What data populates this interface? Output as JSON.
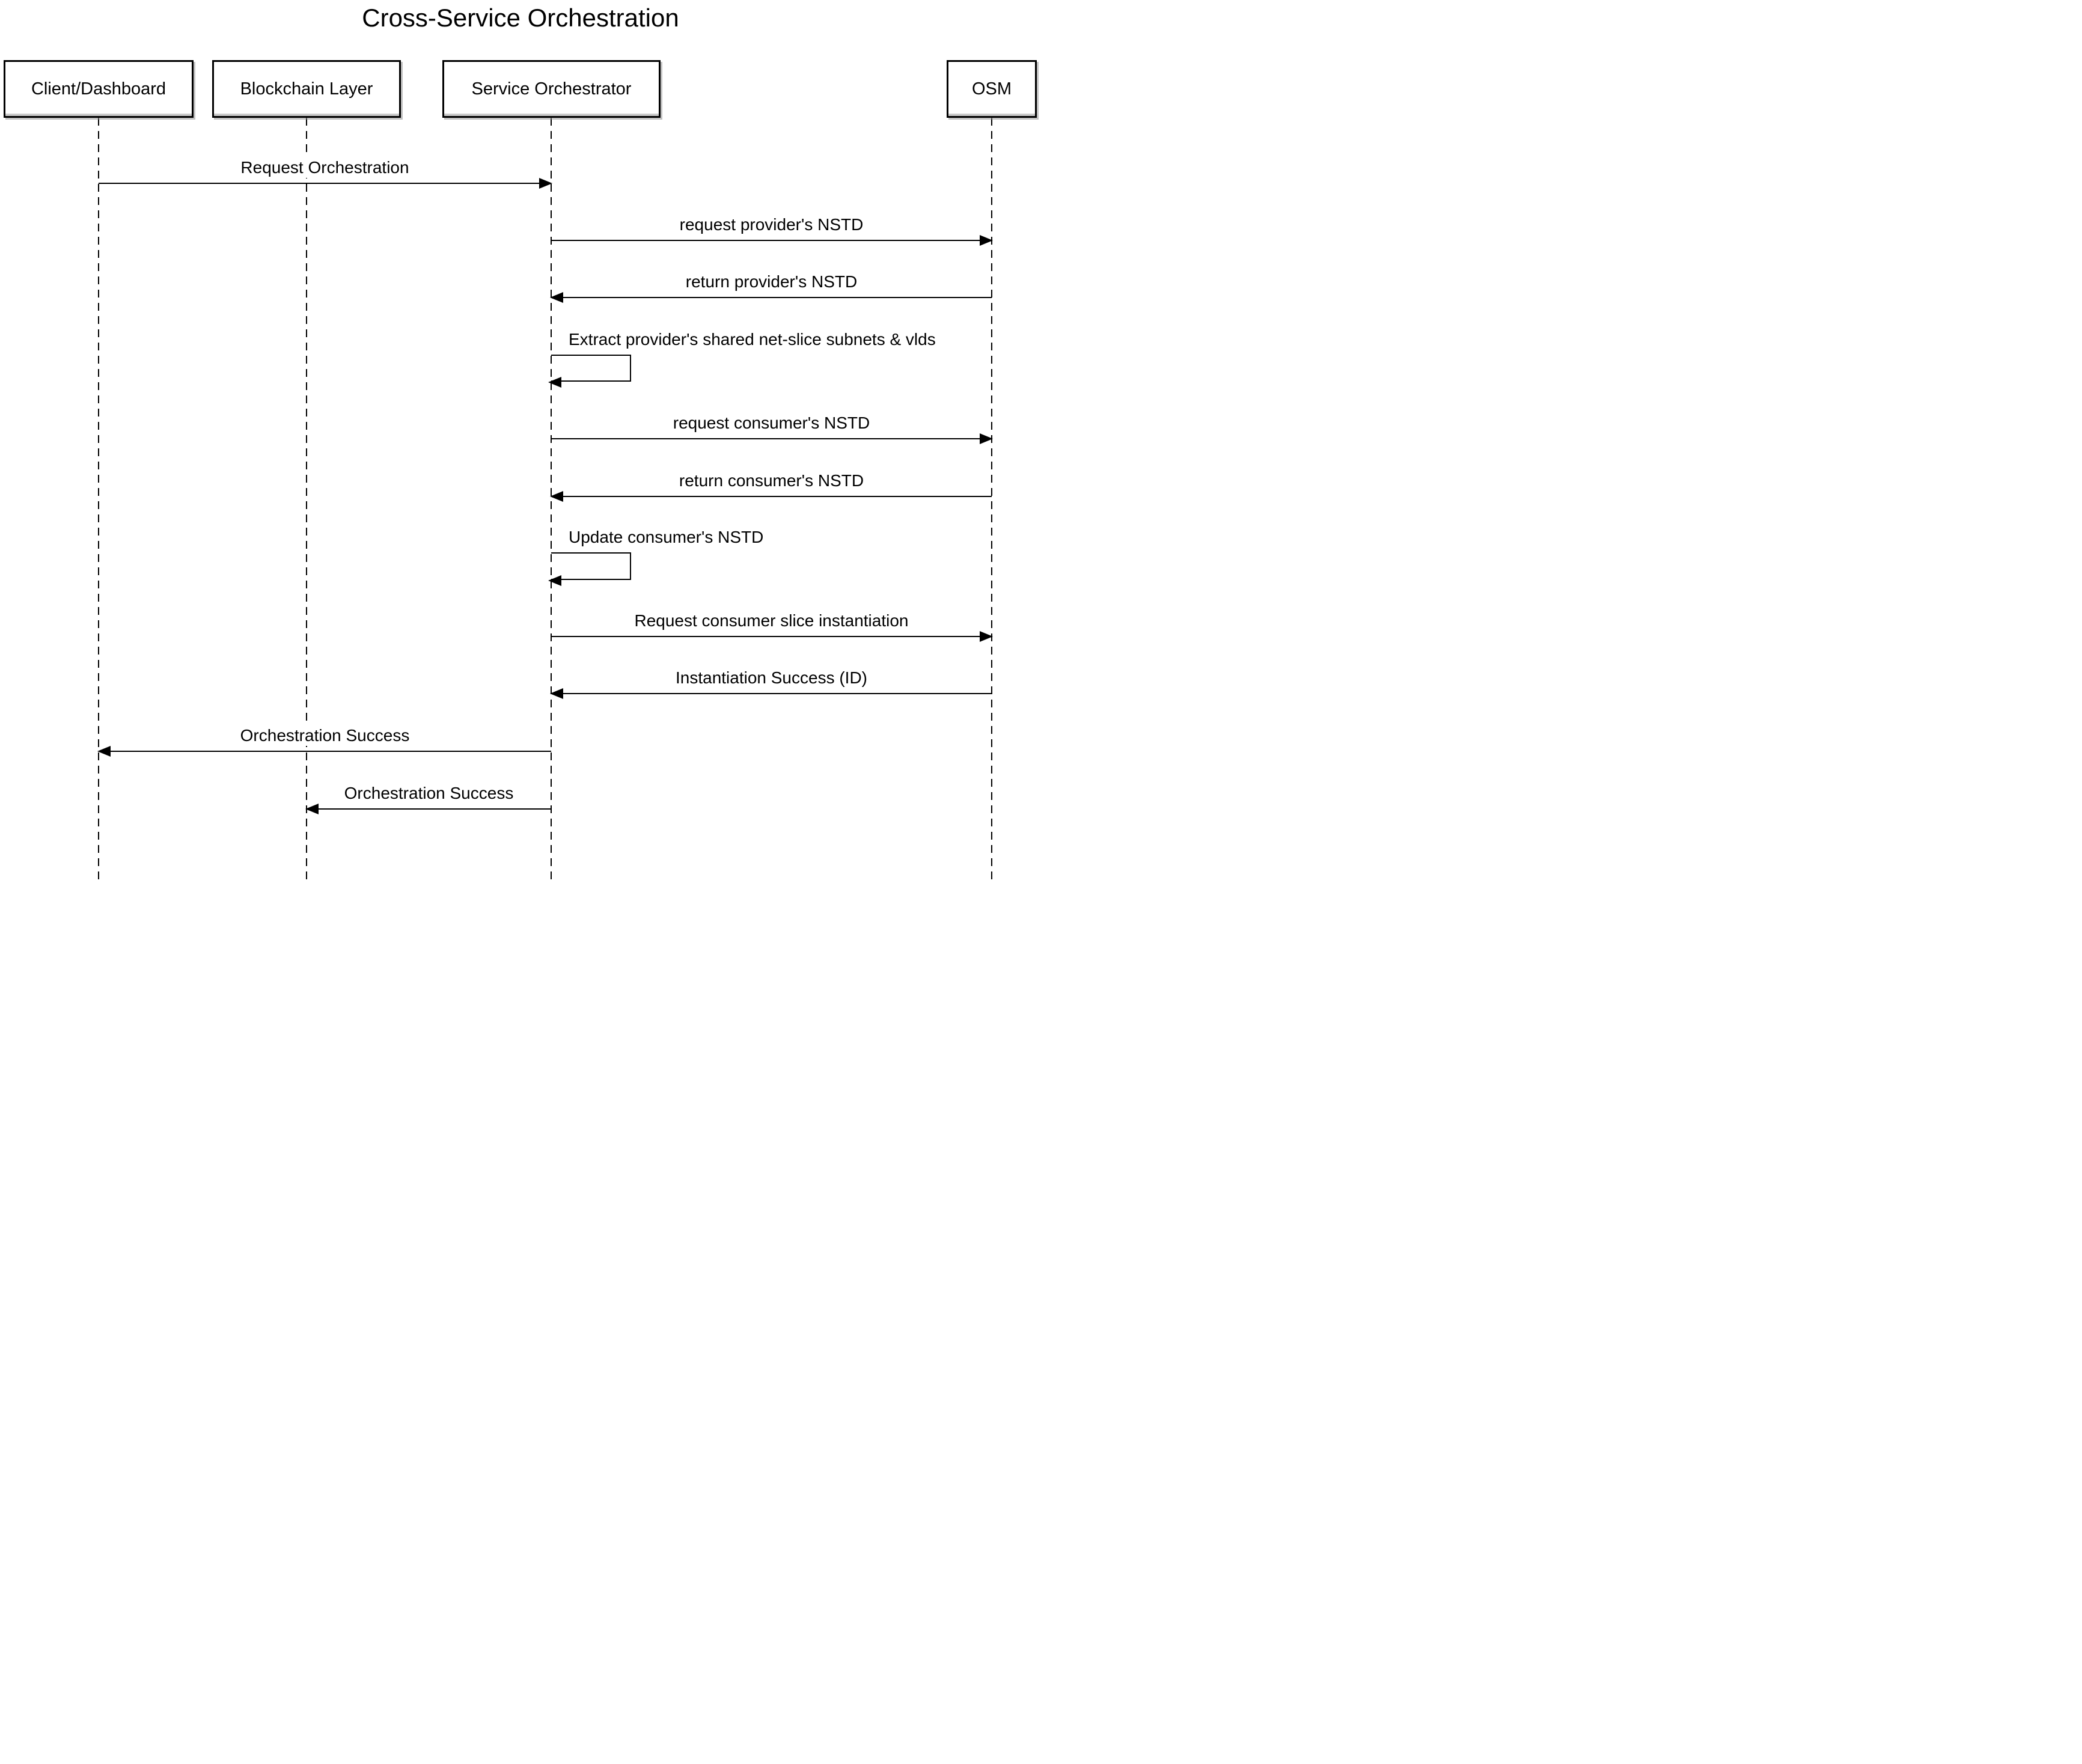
{
  "title": "Cross-Service Orchestration",
  "colors": {
    "line": "#000000",
    "background": "#ffffff"
  },
  "actors": [
    {
      "name": "Client/Dashboard"
    },
    {
      "name": "Blockchain Layer"
    },
    {
      "name": "Service Orchestrator"
    },
    {
      "name": "OSM"
    }
  ],
  "messages": [
    {
      "label": "Request Orchestration",
      "from": "Client/Dashboard",
      "to": "Service Orchestrator",
      "kind": "solid-arrow"
    },
    {
      "label": "request provider's NSTD",
      "from": "Service Orchestrator",
      "to": "OSM",
      "kind": "solid-arrow"
    },
    {
      "label": "return provider's NSTD",
      "from": "OSM",
      "to": "Service Orchestrator",
      "kind": "solid-arrow"
    },
    {
      "label": "Extract provider's shared net-slice subnets & vlds",
      "from": "Service Orchestrator",
      "to": "Service Orchestrator",
      "kind": "self-message"
    },
    {
      "label": "request consumer's NSTD",
      "from": "Service Orchestrator",
      "to": "OSM",
      "kind": "solid-arrow"
    },
    {
      "label": "return consumer's NSTD",
      "from": "OSM",
      "to": "Service Orchestrator",
      "kind": "solid-arrow"
    },
    {
      "label": "Update consumer's NSTD",
      "from": "Service Orchestrator",
      "to": "Service Orchestrator",
      "kind": "self-message"
    },
    {
      "label": "Request consumer slice instantiation",
      "from": "Service Orchestrator",
      "to": "OSM",
      "kind": "solid-arrow"
    },
    {
      "label": "Instantiation Success (ID)",
      "from": "OSM",
      "to": "Service Orchestrator",
      "kind": "solid-arrow"
    },
    {
      "label": "Orchestration Success",
      "from": "Service Orchestrator",
      "to": "Client/Dashboard",
      "kind": "solid-arrow"
    },
    {
      "label": "Orchestration Success",
      "from": "Service Orchestrator",
      "to": "Blockchain Layer",
      "kind": "solid-arrow"
    }
  ]
}
